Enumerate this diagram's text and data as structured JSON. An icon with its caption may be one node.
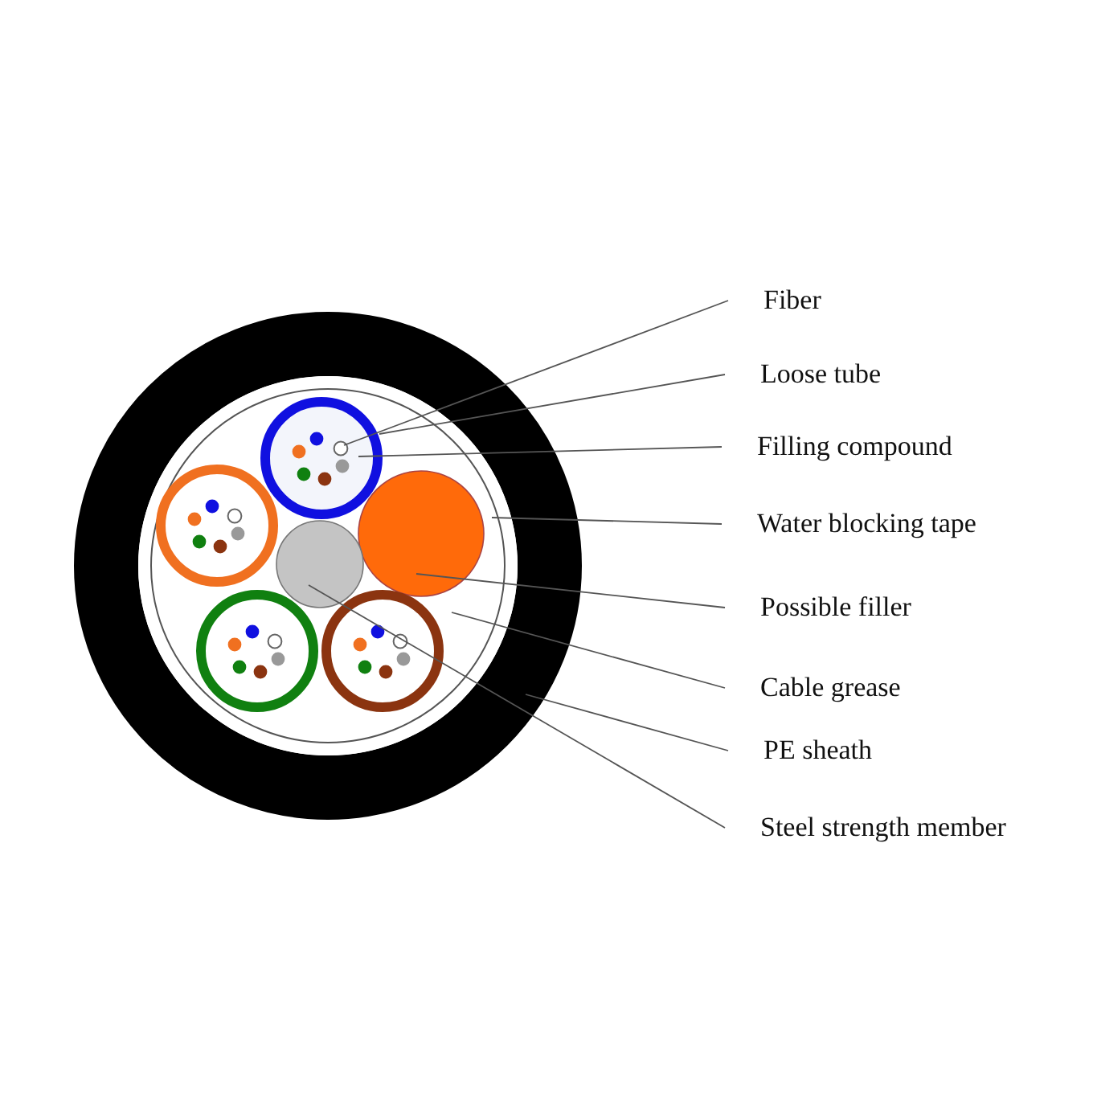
{
  "diagram": {
    "nodes": [
      {
        "text": [
          "Fiber"
        ]
      },
      {
        "text": [
          "Loose tube"
        ]
      },
      {
        "text": [
          "Filling compound"
        ]
      },
      {
        "text": [
          "Water blocking tape"
        ]
      },
      {
        "text": [
          "Possible filler"
        ]
      },
      {
        "text": [
          "Cable grease"
        ]
      },
      {
        "text": [
          "PE sheath"
        ]
      },
      {
        "text": [
          "Steel strength member"
        ]
      },
      {
        "text": [],
        "shape": "circle",
        "in": 10
      },
      {
        "text": [],
        "shape": "circle",
        "in": 11
      },
      {
        "text": [],
        "shape": "circle",
        "in": 9
      },
      {
        "text": [],
        "shape": "circle",
        "in": 13
      },
      {
        "text": [],
        "shape": "circle",
        "in": 11
      },
      {
        "text": [],
        "shape": "circle",
        "in": 14
      },
      {
        "text": [],
        "shape": "circle"
      },
      {
        "text": [],
        "shape": "circle",
        "in": 11
      }
    ],
    "edges": [
      {
        "from": 0,
        "to": 8,
        "arrow": "none"
      },
      {
        "from": 1,
        "to": 9,
        "arrow": "none"
      },
      {
        "from": 2,
        "to": 10,
        "arrow": "none"
      },
      {
        "from": 3,
        "to": 11,
        "arrow": "none"
      },
      {
        "from": 4,
        "to": 12,
        "arrow": "none"
      },
      {
        "from": 5,
        "to": 13,
        "arrow": "none"
      },
      {
        "from": 6,
        "to": 14,
        "arrow": "none"
      },
      {
        "from": 7,
        "to": 15,
        "arrow": "none"
      }
    ]
  }
}
